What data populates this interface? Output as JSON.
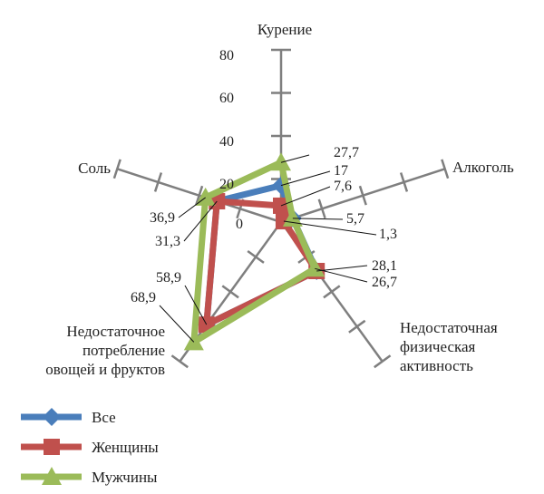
{
  "chart_data": {
    "type": "radar",
    "axes": [
      {
        "name": "Курение",
        "lines": [
          "Курение"
        ]
      },
      {
        "name": "Алкоголь",
        "lines": [
          "Алкоголь"
        ]
      },
      {
        "name": "Недостаточная физическая активность",
        "lines": [
          "Недостаточная",
          "физическая",
          "активность"
        ]
      },
      {
        "name": "Недостаточное потребление овощей и фруктов",
        "lines": [
          "Недостаточное",
          "потребление",
          "овощей и фруктов"
        ]
      },
      {
        "name": "Соль",
        "lines": [
          "Соль"
        ]
      }
    ],
    "ticks": [
      "0",
      "20",
      "40",
      "60",
      "80"
    ],
    "rmax": 80,
    "series": [
      {
        "name": "Все",
        "color": "#4a7ebb",
        "marker": "diamond",
        "values": [
          17,
          5.7,
          28.1,
          58.9,
          31.3
        ]
      },
      {
        "name": "Женщины",
        "color": "#c0504d",
        "marker": "square",
        "values": [
          7.6,
          1.3,
          28.1,
          58.9,
          31.3
        ]
      },
      {
        "name": "Мужчины",
        "color": "#9bbb59",
        "marker": "triangle",
        "values": [
          27.7,
          5.7,
          26.7,
          68.9,
          36.9
        ]
      }
    ],
    "data_labels": [
      "27,7",
      "17",
      "7,6",
      "5,7",
      "1,3",
      "28,1",
      "26,7",
      "58,9",
      "68,9",
      "36,9",
      "31,3"
    ]
  }
}
